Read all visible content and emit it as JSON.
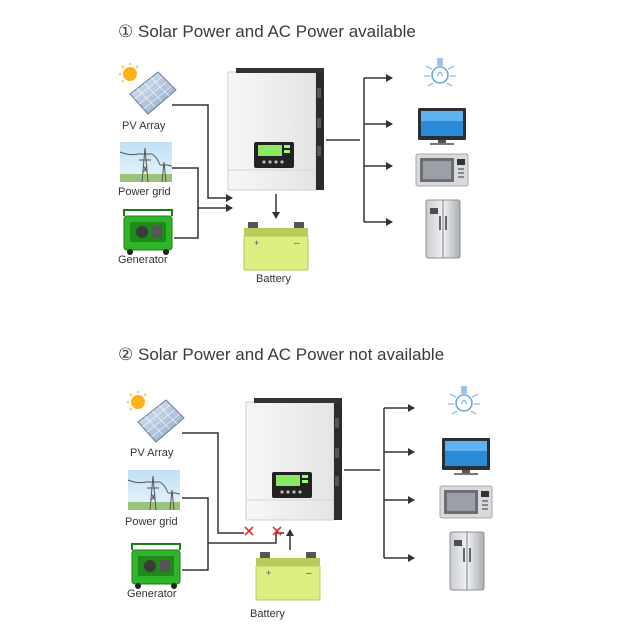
{
  "scenarios": [
    {
      "number": "①",
      "title": "Solar Power and AC Power available",
      "sources": [
        "PV Array",
        "Power grid",
        "Generator"
      ],
      "storage": "Battery",
      "loads": [
        "light-bulb-icon",
        "tv-icon",
        "microwave-icon",
        "refrigerator-icon"
      ]
    },
    {
      "number": "②",
      "title": "Solar Power and AC Power not available",
      "sources": [
        "PV Array",
        "Power grid",
        "Generator"
      ],
      "storage": "Battery",
      "loads": [
        "light-bulb-icon",
        "tv-icon",
        "microwave-icon",
        "refrigerator-icon"
      ],
      "disconnected": [
        "PV Array",
        "Power grid"
      ]
    }
  ],
  "colors": {
    "line": "#333333",
    "battery": "#d8ef7a",
    "screen": "#7be35a",
    "x_mark": "#e23030"
  }
}
